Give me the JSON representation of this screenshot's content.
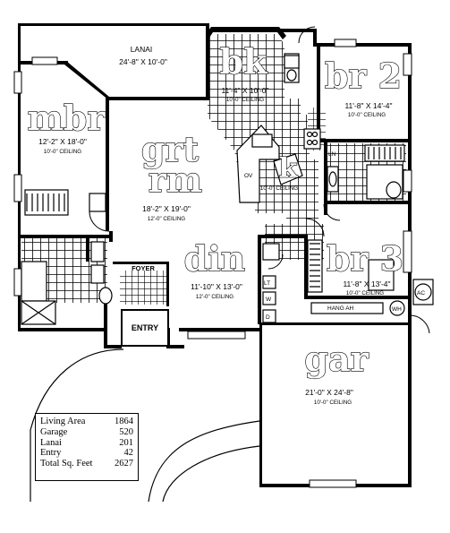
{
  "rooms": {
    "lanai": {
      "name": "LANAI",
      "size": "24'-8\" X 10'-0\""
    },
    "bk": {
      "name": "bk",
      "size": "11'-4\" X 10'-0\"",
      "ceiling": "10'-0\" CEILING"
    },
    "br2": {
      "name": "br 2",
      "size": "11'-8\" X 14'-4\"",
      "ceiling": "10'-0\" CEILING"
    },
    "mbr": {
      "name": "mbr",
      "size": "12'-2\" X 18'-0\"",
      "ceiling": "10'-0\" CEILING"
    },
    "grtrm": {
      "name_line1": "grt",
      "name_line2": "rm",
      "size": "18'-2\" X 19'-0\"",
      "ceiling": "12'-0\" CEILING"
    },
    "k": {
      "name": "k",
      "ceiling": "10'-0\" CEILING"
    },
    "din": {
      "name": "din",
      "size": "11'-10\" X 13'-0\"",
      "ceiling": "12'-0\" CEILING"
    },
    "br3": {
      "name": "br 3",
      "size": "11'-8\" X 13'-4\"",
      "ceiling": "10'-0\" CEILING"
    },
    "gar": {
      "name": "gar",
      "size": "21'-0\" X 24'-8\"",
      "ceiling": "10'-0\" CEILING"
    }
  },
  "labels": {
    "foyer": "FOYER",
    "entry": "ENTRY",
    "hang_ah": "HANG AH",
    "wh": "WH",
    "ac": "AC",
    "ln": "LN",
    "lt": "LT",
    "w": "W",
    "d": "D",
    "ov": "OV"
  },
  "area_table": {
    "rows": [
      {
        "label": "Living Area",
        "value": "1864"
      },
      {
        "label": "Garage",
        "value": "520"
      },
      {
        "label": "Lanai",
        "value": "201"
      },
      {
        "label": "Entry",
        "value": "42"
      },
      {
        "label": "Total Sq. Feet",
        "value": "2627"
      }
    ]
  }
}
